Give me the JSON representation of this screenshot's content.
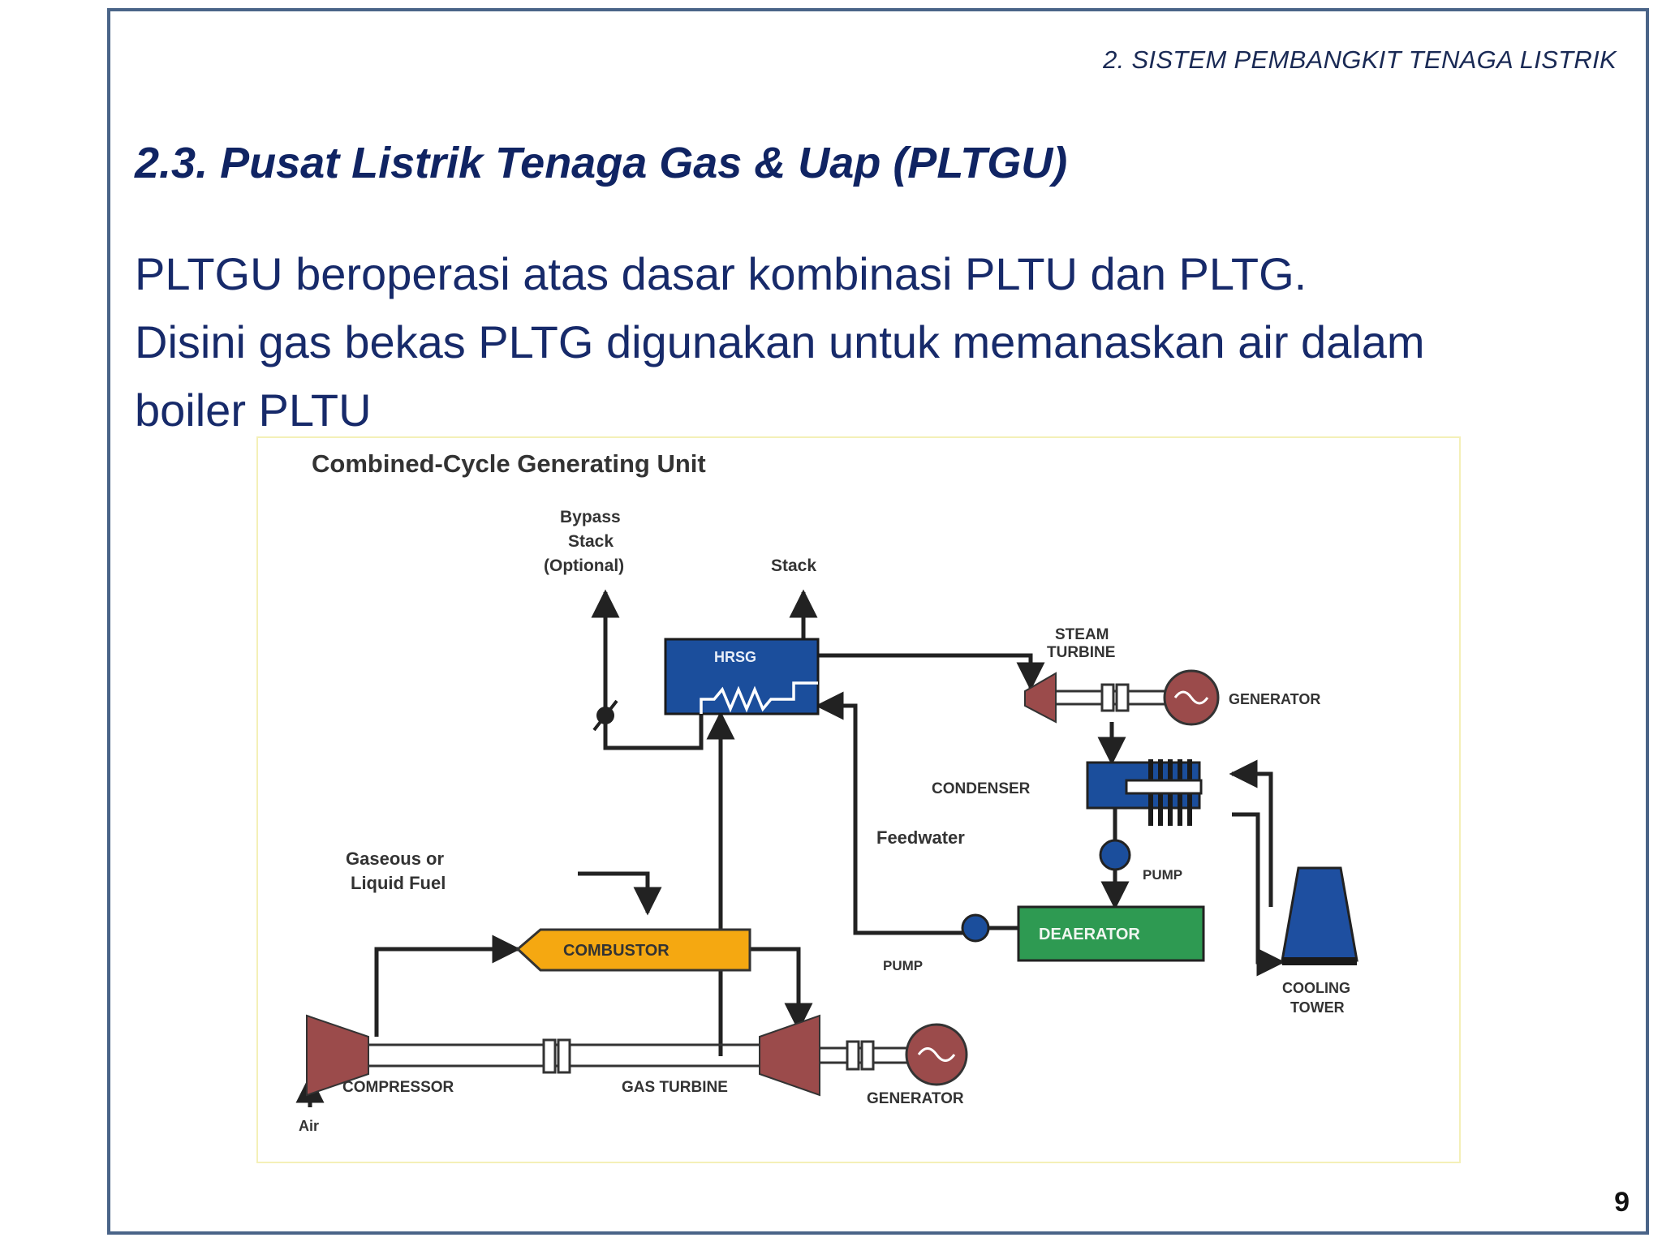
{
  "header": {
    "section": "2. SISTEM PEMBANGKIT TENAGA LISTRIK"
  },
  "slide": {
    "title": "2.3. Pusat Listrik Tenaga Gas & Uap (PLTGU)",
    "body_lines": [
      "PLTGU beroperasi atas dasar kombinasi PLTU dan PLTG.",
      "Disini gas bekas PLTG digunakan untuk memanaskan air dalam",
      "boiler PLTU"
    ],
    "page_number": "9"
  },
  "diagram": {
    "title": "Combined-Cycle Generating Unit",
    "labels": {
      "bypass_1": "Bypass",
      "bypass_2": "Stack",
      "bypass_3": "(Optional)",
      "stack": "Stack",
      "hrsg": "HRSG",
      "steam_turbine_1": "STEAM",
      "steam_turbine_2": "TURBINE",
      "generator_top": "GENERATOR",
      "condenser": "CONDENSER",
      "feedwater": "Feedwater",
      "pump_right": "PUMP",
      "fuel_1": "Gaseous or",
      "fuel_2": "Liquid Fuel",
      "combustor": "COMBUSTOR",
      "deaerator": "DEAERATOR",
      "pump_left": "PUMP",
      "cooling_1": "COOLING",
      "cooling_2": "TOWER",
      "compressor": "COMPRESSOR",
      "gas_turbine": "GAS TURBINE",
      "generator_bottom": "GENERATOR",
      "air": "Air"
    },
    "colors": {
      "hrsg": "#1b4e9c",
      "combustor": "#f5a811",
      "deaerator": "#2e9a52",
      "turbine": "#9b4b4b",
      "cooling_tower": "#1e4fa0",
      "line": "#222222"
    }
  }
}
